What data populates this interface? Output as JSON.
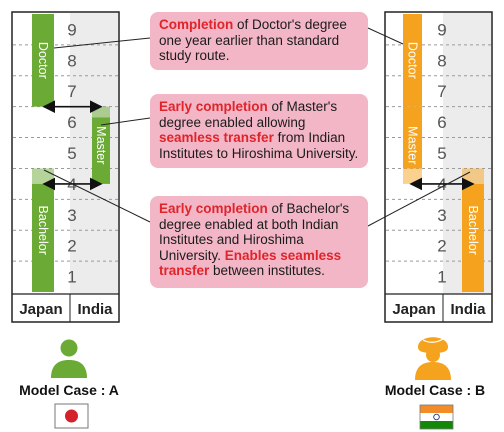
{
  "diagram": {
    "levels": [
      "1",
      "2",
      "3",
      "4",
      "5",
      "6",
      "7",
      "8",
      "9"
    ],
    "columns": {
      "left": "Japan",
      "right": "India"
    },
    "programs": {
      "doctor": "Doctor",
      "master": "Master",
      "bachelor": "Bachelor"
    },
    "model_a": {
      "label": "Model Case : A",
      "color": "#6aaa35",
      "doctor_span": [
        6.5,
        9.5
      ],
      "master_span": [
        4.0,
        6.5
      ],
      "bachelor_span": [
        0.5,
        4.5
      ]
    },
    "model_b": {
      "label": "Model Case : B",
      "color": "#f5a31e",
      "doctor_span": [
        6.5,
        9.5
      ],
      "master_span": [
        4.0,
        6.5
      ],
      "bachelor_span": [
        0.5,
        4.5
      ]
    }
  },
  "bubbles": {
    "top": {
      "seg1": "Completion",
      "seg2": " of Doctor's degree one year earlier than standard study route."
    },
    "middle": {
      "seg1": "Early completion",
      "seg2": " of Master's degree enabled allowing ",
      "seg3": "seamless transfer",
      "seg4": " from Indian Institutes to Hiroshima University."
    },
    "bottom": {
      "seg1": "Early completion",
      "seg2": " of Bachelor's degree enabled at both Indian Institutes and Hiroshima University. ",
      "seg3": "Enables seamless transfer",
      "seg4": " between institutes."
    }
  },
  "colors": {
    "green": "#6aaa35",
    "orange": "#f5a31e",
    "bubble": "#f3b6c6",
    "highlight": "#e0242b",
    "india_col": "#ececec"
  }
}
